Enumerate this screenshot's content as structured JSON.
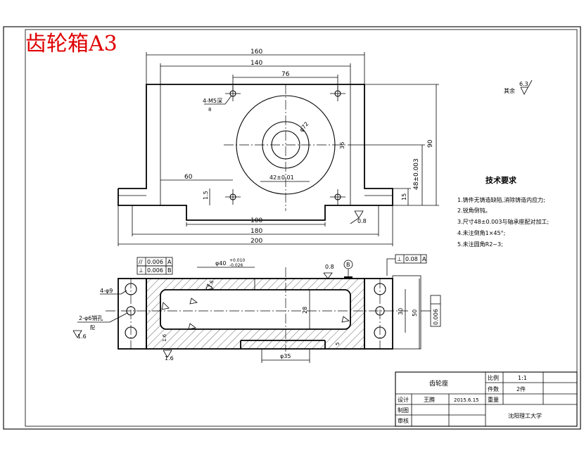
{
  "sheet_title": "齿轮箱A3",
  "front_view": {
    "dims": {
      "d160": "160",
      "d140": "140",
      "d76": "76",
      "d60": "60",
      "d100": "100",
      "d180": "180",
      "d200": "200",
      "d90": "90",
      "d48": "48±0.003",
      "d15": "15",
      "d1_5": "1.5",
      "d72": "φ72",
      "d42": "42±0.01",
      "d36": "36"
    },
    "hole_note": "4-M5深",
    "hole_note_sub": "8",
    "roughness": "0.8"
  },
  "other_roughness": {
    "label": "其余",
    "value": "6.3"
  },
  "tech_requirements": {
    "title": "技术要求",
    "items": [
      "1.铸件无铸造缺陷,消除铸造内应力;",
      "2.锐角倒钝。",
      "3.尺寸48±0.003与轴承座配对加工;",
      "4.未注倒角1×45°;",
      "5.未注圆角R2~3;"
    ]
  },
  "top_view": {
    "tol_parallel": {
      "symbol": "//",
      "value": "0.006",
      "datum": "A"
    },
    "tol_perp": {
      "symbol": "⊥",
      "value": "0.006",
      "datum": "B"
    },
    "tol_perp2": {
      "symbol": "⊥",
      "value": "0.08",
      "datum": "A"
    },
    "bore_dim": "φ40",
    "bore_tol_upper": "+0.010",
    "bore_tol_lower": "-0.026",
    "roughness_top": "0.8",
    "datum_b": "B",
    "hole4": "4-φ9",
    "hole2": "2-φ6销孔",
    "hole2_sub": "配",
    "roughness_left": "1.6",
    "roughness_bottom": "1.6",
    "d16": "1.6",
    "d28": "28",
    "d30": "30",
    "d50": "50",
    "d35": "φ35",
    "d5": "5",
    "d006": "0.006"
  },
  "title_block": {
    "part_name": "齿轮座",
    "scale_label": "比例",
    "scale_value": "1:1",
    "qty_label": "件数",
    "qty_value": "2件",
    "design_label": "设计",
    "designer": "王腾",
    "date": "2015.6.15",
    "weight_label": "重量",
    "drawing_label": "制图",
    "review_label": "审核",
    "school": "沈阳理工大学"
  }
}
